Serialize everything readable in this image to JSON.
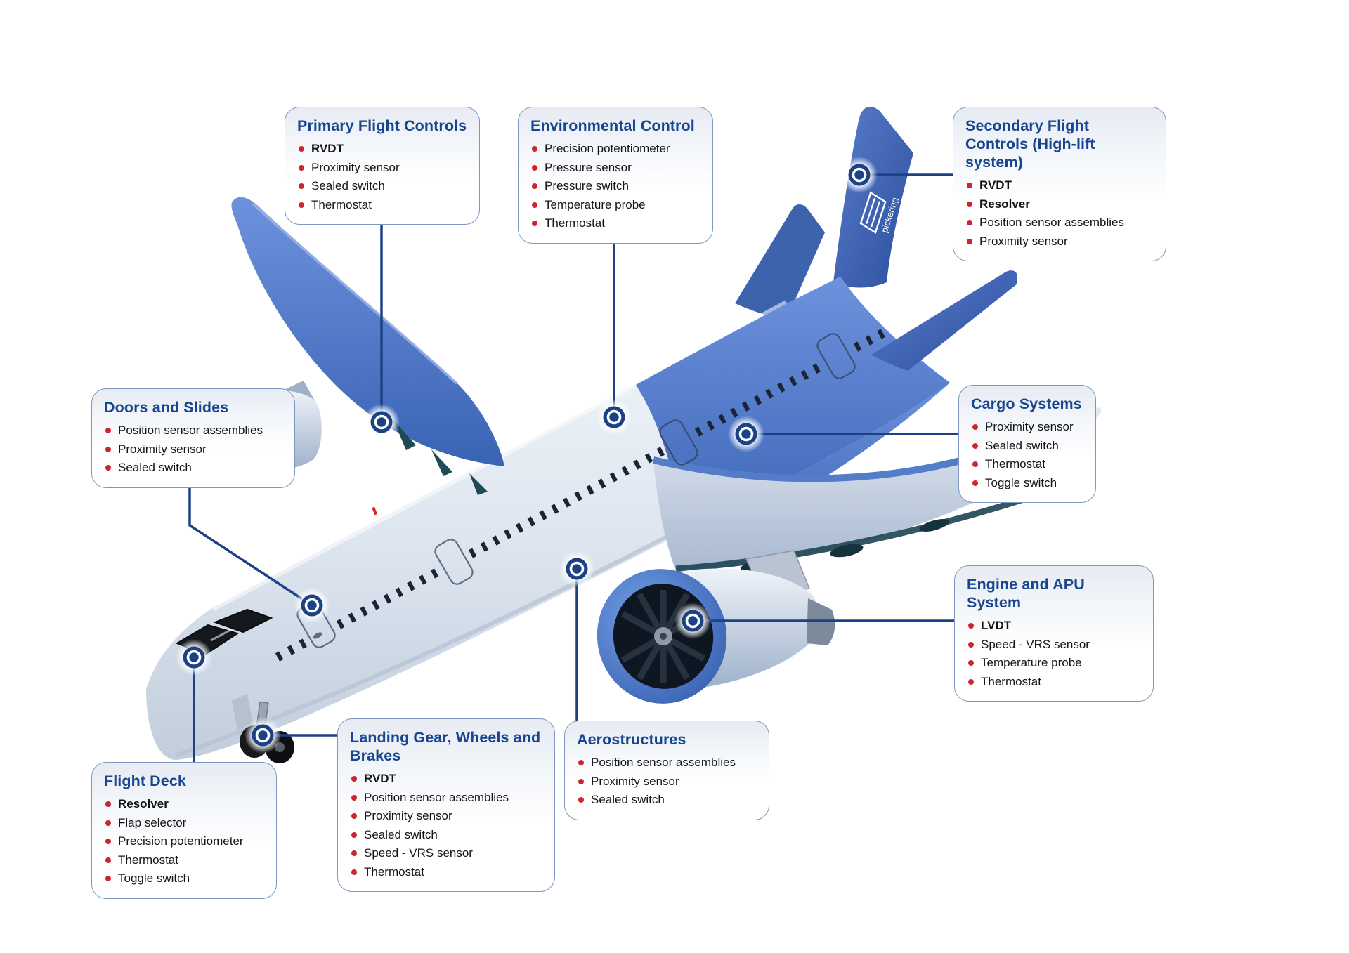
{
  "figure": {
    "title_semantic": "Aircraft sensor systems infographic",
    "brand": "pickering",
    "colors": {
      "accent_navy": "#1c4286",
      "title_blue": "#17458f",
      "bullet_red": "#d1232b",
      "aircraft_blue": "#4a74c9",
      "box_border": "#7b97c2"
    },
    "boxes": [
      {
        "id": "primary-flight-controls",
        "title": "Primary Flight Controls",
        "items": [
          {
            "text": "RVDT",
            "bold": true
          },
          {
            "text": "Proximity sensor",
            "bold": false
          },
          {
            "text": "Sealed switch",
            "bold": false
          },
          {
            "text": "Thermostat",
            "bold": false
          }
        ]
      },
      {
        "id": "environmental-control",
        "title": "Environmental Control",
        "items": [
          {
            "text": "Precision potentiometer",
            "bold": false
          },
          {
            "text": "Pressure sensor",
            "bold": false
          },
          {
            "text": "Pressure switch",
            "bold": false
          },
          {
            "text": "Temperature probe",
            "bold": false
          },
          {
            "text": "Thermostat",
            "bold": false
          }
        ]
      },
      {
        "id": "secondary-flight-controls",
        "title": "Secondary Flight Controls (High-lift system)",
        "items": [
          {
            "text": "RVDT",
            "bold": true
          },
          {
            "text": "Resolver",
            "bold": true
          },
          {
            "text": "Position sensor assemblies",
            "bold": false
          },
          {
            "text": "Proximity sensor",
            "bold": false
          }
        ]
      },
      {
        "id": "doors-and-slides",
        "title": "Doors and Slides",
        "items": [
          {
            "text": "Position sensor assemblies",
            "bold": false
          },
          {
            "text": "Proximity sensor",
            "bold": false
          },
          {
            "text": "Sealed switch",
            "bold": false
          }
        ]
      },
      {
        "id": "cargo-systems",
        "title": "Cargo Systems",
        "items": [
          {
            "text": "Proximity sensor",
            "bold": false
          },
          {
            "text": "Sealed switch",
            "bold": false
          },
          {
            "text": "Thermostat",
            "bold": false
          },
          {
            "text": "Toggle switch",
            "bold": false
          }
        ]
      },
      {
        "id": "engine-and-apu-system",
        "title": "Engine and APU System",
        "items": [
          {
            "text": "LVDT",
            "bold": true
          },
          {
            "text": "Speed - VRS sensor",
            "bold": false
          },
          {
            "text": "Temperature probe",
            "bold": false
          },
          {
            "text": "Thermostat",
            "bold": false
          }
        ]
      },
      {
        "id": "flight-deck",
        "title": "Flight Deck",
        "items": [
          {
            "text": "Resolver",
            "bold": true
          },
          {
            "text": "Flap selector",
            "bold": false
          },
          {
            "text": "Precision potentiometer",
            "bold": false
          },
          {
            "text": "Thermostat",
            "bold": false
          },
          {
            "text": "Toggle switch",
            "bold": false
          }
        ]
      },
      {
        "id": "landing-gear-wheels-brakes",
        "title": "Landing Gear, Wheels and Brakes",
        "items": [
          {
            "text": "RVDT",
            "bold": true
          },
          {
            "text": "Position sensor assemblies",
            "bold": false
          },
          {
            "text": "Proximity sensor",
            "bold": false
          },
          {
            "text": "Sealed switch",
            "bold": false
          },
          {
            "text": "Speed - VRS sensor",
            "bold": false
          },
          {
            "text": "Thermostat",
            "bold": false
          }
        ]
      },
      {
        "id": "aerostructures",
        "title": "Aerostructures",
        "items": [
          {
            "text": "Position sensor assemblies",
            "bold": false
          },
          {
            "text": "Proximity sensor",
            "bold": false
          },
          {
            "text": "Sealed switch",
            "bold": false
          }
        ]
      }
    ]
  }
}
